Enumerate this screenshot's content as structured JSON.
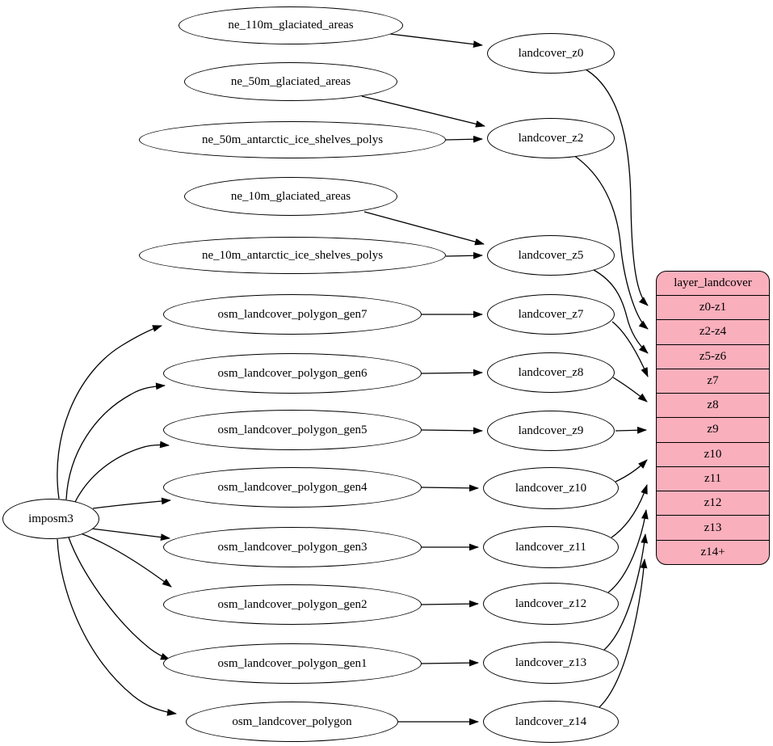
{
  "nodes": {
    "imposm3": "imposm3",
    "ne_110m_glaciated_areas": "ne_110m_glaciated_areas",
    "ne_50m_glaciated_areas": "ne_50m_glaciated_areas",
    "ne_50m_antarctic_ice_shelves_polys": "ne_50m_antarctic_ice_shelves_polys",
    "ne_10m_glaciated_areas": "ne_10m_glaciated_areas",
    "ne_10m_antarctic_ice_shelves_polys": "ne_10m_antarctic_ice_shelves_polys",
    "osm_landcover_polygon_gen7": "osm_landcover_polygon_gen7",
    "osm_landcover_polygon_gen6": "osm_landcover_polygon_gen6",
    "osm_landcover_polygon_gen5": "osm_landcover_polygon_gen5",
    "osm_landcover_polygon_gen4": "osm_landcover_polygon_gen4",
    "osm_landcover_polygon_gen3": "osm_landcover_polygon_gen3",
    "osm_landcover_polygon_gen2": "osm_landcover_polygon_gen2",
    "osm_landcover_polygon_gen1": "osm_landcover_polygon_gen1",
    "osm_landcover_polygon": "osm_landcover_polygon",
    "landcover_z0": "landcover_z0",
    "landcover_z2": "landcover_z2",
    "landcover_z5": "landcover_z5",
    "landcover_z7": "landcover_z7",
    "landcover_z8": "landcover_z8",
    "landcover_z9": "landcover_z9",
    "landcover_z10": "landcover_z10",
    "landcover_z11": "landcover_z11",
    "landcover_z12": "landcover_z12",
    "landcover_z13": "landcover_z13",
    "landcover_z14": "landcover_z14"
  },
  "table": {
    "title": "layer_landcover",
    "rows": [
      "z0-z1",
      "z2-z4",
      "z5-z6",
      "z7",
      "z8",
      "z9",
      "z10",
      "z11",
      "z12",
      "z13",
      "z14+"
    ],
    "fill_color": "#FAAFBC",
    "border_color": "#000000"
  },
  "edges": [
    {
      "from": "ne_110m_glaciated_areas",
      "to": "landcover_z0"
    },
    {
      "from": "ne_50m_glaciated_areas",
      "to": "landcover_z2"
    },
    {
      "from": "ne_50m_antarctic_ice_shelves_polys",
      "to": "landcover_z2"
    },
    {
      "from": "ne_10m_glaciated_areas",
      "to": "landcover_z5"
    },
    {
      "from": "ne_10m_antarctic_ice_shelves_polys",
      "to": "landcover_z5"
    },
    {
      "from": "imposm3",
      "to": "osm_landcover_polygon_gen7"
    },
    {
      "from": "imposm3",
      "to": "osm_landcover_polygon_gen6"
    },
    {
      "from": "imposm3",
      "to": "osm_landcover_polygon_gen5"
    },
    {
      "from": "imposm3",
      "to": "osm_landcover_polygon_gen4"
    },
    {
      "from": "imposm3",
      "to": "osm_landcover_polygon_gen3"
    },
    {
      "from": "imposm3",
      "to": "osm_landcover_polygon_gen2"
    },
    {
      "from": "imposm3",
      "to": "osm_landcover_polygon_gen1"
    },
    {
      "from": "imposm3",
      "to": "osm_landcover_polygon"
    },
    {
      "from": "osm_landcover_polygon_gen7",
      "to": "landcover_z7"
    },
    {
      "from": "osm_landcover_polygon_gen6",
      "to": "landcover_z8"
    },
    {
      "from": "osm_landcover_polygon_gen5",
      "to": "landcover_z9"
    },
    {
      "from": "osm_landcover_polygon_gen4",
      "to": "landcover_z10"
    },
    {
      "from": "osm_landcover_polygon_gen3",
      "to": "landcover_z11"
    },
    {
      "from": "osm_landcover_polygon_gen2",
      "to": "landcover_z12"
    },
    {
      "from": "osm_landcover_polygon_gen1",
      "to": "landcover_z13"
    },
    {
      "from": "osm_landcover_polygon",
      "to": "landcover_z14"
    },
    {
      "from": "landcover_z0",
      "to": "layer_landcover.z0-z1"
    },
    {
      "from": "landcover_z2",
      "to": "layer_landcover.z2-z4"
    },
    {
      "from": "landcover_z5",
      "to": "layer_landcover.z5-z6"
    },
    {
      "from": "landcover_z7",
      "to": "layer_landcover.z7"
    },
    {
      "from": "landcover_z8",
      "to": "layer_landcover.z8"
    },
    {
      "from": "landcover_z9",
      "to": "layer_landcover.z9"
    },
    {
      "from": "landcover_z10",
      "to": "layer_landcover.z10"
    },
    {
      "from": "landcover_z11",
      "to": "layer_landcover.z11"
    },
    {
      "from": "landcover_z12",
      "to": "layer_landcover.z12"
    },
    {
      "from": "landcover_z13",
      "to": "layer_landcover.z13"
    },
    {
      "from": "landcover_z14",
      "to": "layer_landcover.z14+"
    }
  ],
  "colors": {
    "edge_stroke": "#000000",
    "node_fill": "#FFFFFF",
    "node_stroke": "#000000",
    "background": "#FFFFFF"
  }
}
